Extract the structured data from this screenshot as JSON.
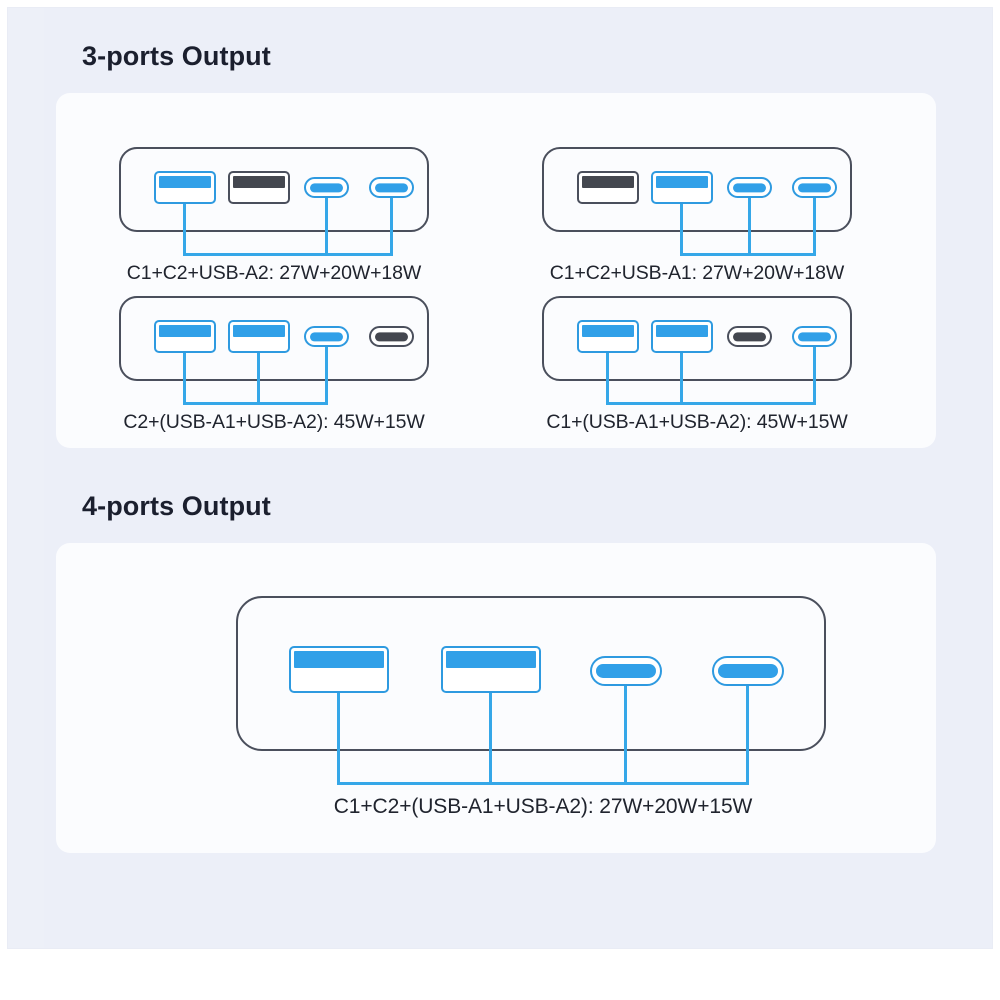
{
  "page": {
    "background_color": "#eceff8",
    "panel_color": "#fbfcfe",
    "accent_color": "#31a0e8",
    "inactive_color": "#44474f",
    "outline_color": "#4a4f5c",
    "text_color": "#20242e"
  },
  "sections": [
    {
      "id": "three-ports",
      "heading": "3-ports Output",
      "diagrams": [
        {
          "id": "combo-1",
          "caption": "C1+C2+USB-A2: 27W+20W+18W",
          "ports": [
            {
              "name": "usb-a1",
              "type": "usb-a",
              "active": true
            },
            {
              "name": "usb-a2",
              "type": "usb-a",
              "active": false
            },
            {
              "name": "usb-c1",
              "type": "usb-c",
              "active": true
            },
            {
              "name": "usb-c2",
              "type": "usb-c",
              "active": true
            }
          ]
        },
        {
          "id": "combo-2",
          "caption": "C1+C2+USB-A1: 27W+20W+18W",
          "ports": [
            {
              "name": "usb-a1",
              "type": "usb-a",
              "active": false
            },
            {
              "name": "usb-a2",
              "type": "usb-a",
              "active": true
            },
            {
              "name": "usb-c1",
              "type": "usb-c",
              "active": true
            },
            {
              "name": "usb-c2",
              "type": "usb-c",
              "active": true
            }
          ]
        },
        {
          "id": "combo-3",
          "caption": "C2+(USB-A1+USB-A2): 45W+15W",
          "ports": [
            {
              "name": "usb-a1",
              "type": "usb-a",
              "active": true
            },
            {
              "name": "usb-a2",
              "type": "usb-a",
              "active": true
            },
            {
              "name": "usb-c1",
              "type": "usb-c",
              "active": true
            },
            {
              "name": "usb-c2",
              "type": "usb-c",
              "active": false
            }
          ]
        },
        {
          "id": "combo-4",
          "caption": "C1+(USB-A1+USB-A2): 45W+15W",
          "ports": [
            {
              "name": "usb-a1",
              "type": "usb-a",
              "active": true
            },
            {
              "name": "usb-a2",
              "type": "usb-a",
              "active": true
            },
            {
              "name": "usb-c1",
              "type": "usb-c",
              "active": false
            },
            {
              "name": "usb-c2",
              "type": "usb-c",
              "active": true
            }
          ]
        }
      ]
    },
    {
      "id": "four-ports",
      "heading": "4-ports Output",
      "diagrams": [
        {
          "id": "combo-5",
          "caption": "C1+C2+(USB-A1+USB-A2): 27W+20W+15W",
          "ports": [
            {
              "name": "usb-a1",
              "type": "usb-a",
              "active": true
            },
            {
              "name": "usb-a2",
              "type": "usb-a",
              "active": true
            },
            {
              "name": "usb-c1",
              "type": "usb-c",
              "active": true
            },
            {
              "name": "usb-c2",
              "type": "usb-c",
              "active": true
            }
          ]
        }
      ]
    }
  ]
}
